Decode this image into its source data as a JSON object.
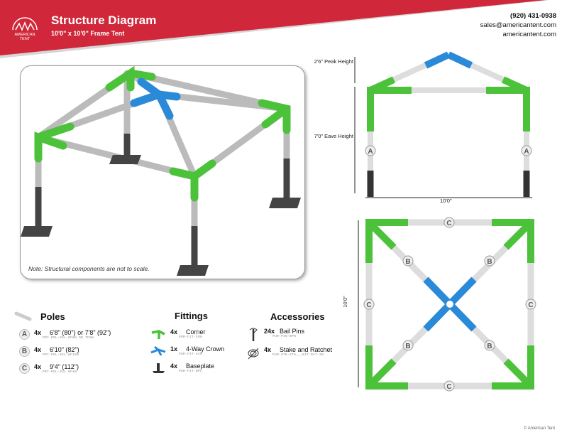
{
  "header": {
    "title": "Structure Diagram",
    "subtitle": "10'0\" x 10'0\" Frame Tent",
    "logo_text": "AMERICAN TENT",
    "phone": "(920) 431-0938",
    "email": "sales@americantent.com",
    "website": "americantent.com"
  },
  "isometric": {
    "note": "Note: Structural components are not to scale."
  },
  "side_view": {
    "peak_label": "2'6\" Peak Height",
    "eave_label": "7'0\" Eave Height",
    "width_label": "10'0\"",
    "pole_labels": [
      "A",
      "A"
    ]
  },
  "top_view": {
    "side_label": "10'0\"",
    "labels": {
      "c": "C",
      "b": "B"
    }
  },
  "poles": {
    "heading": "Poles",
    "items": [
      {
        "letter": "A",
        "qty": "4x",
        "desc": "6'8\" (80\") or 7'8\" (92\")",
        "part": "PRT-POL-SGL-6F8N OR 7F8N"
      },
      {
        "letter": "B",
        "qty": "4x",
        "desc": "6'10\" (82\")",
        "part": "PRT-POL-SGL-6F10N"
      },
      {
        "letter": "C",
        "qty": "4x",
        "desc": "9'4\" (112\")",
        "part": "PRT-POL-SGL-9F4N"
      }
    ]
  },
  "fittings": {
    "heading": "Fittings",
    "items": [
      {
        "qty": "4x",
        "desc": "Corner",
        "part": "PUR-FIT-CRN"
      },
      {
        "qty": "1x",
        "desc": "4-Way Crown",
        "part": "PUR-FIT-4CR"
      },
      {
        "qty": "4x",
        "desc": "Baseplate",
        "part": "PUR-FIT-BPL"
      }
    ]
  },
  "accessories": {
    "heading": "Accessories",
    "items": [
      {
        "qty": "24x",
        "desc": "Bail Pins",
        "part": "PUR-PIN-BPN"
      },
      {
        "qty": "4x",
        "desc": "Stake and Ratchet",
        "part": "PUR-STK-STD___KIT-RAT-3N"
      }
    ]
  },
  "colors": {
    "brand_red": "#d0283a",
    "green": "#4cc23a",
    "blue": "#2a8ad8",
    "pole": "#e6e6e6",
    "base": "#333333"
  },
  "footer": {
    "copyright": "© American Tent"
  }
}
